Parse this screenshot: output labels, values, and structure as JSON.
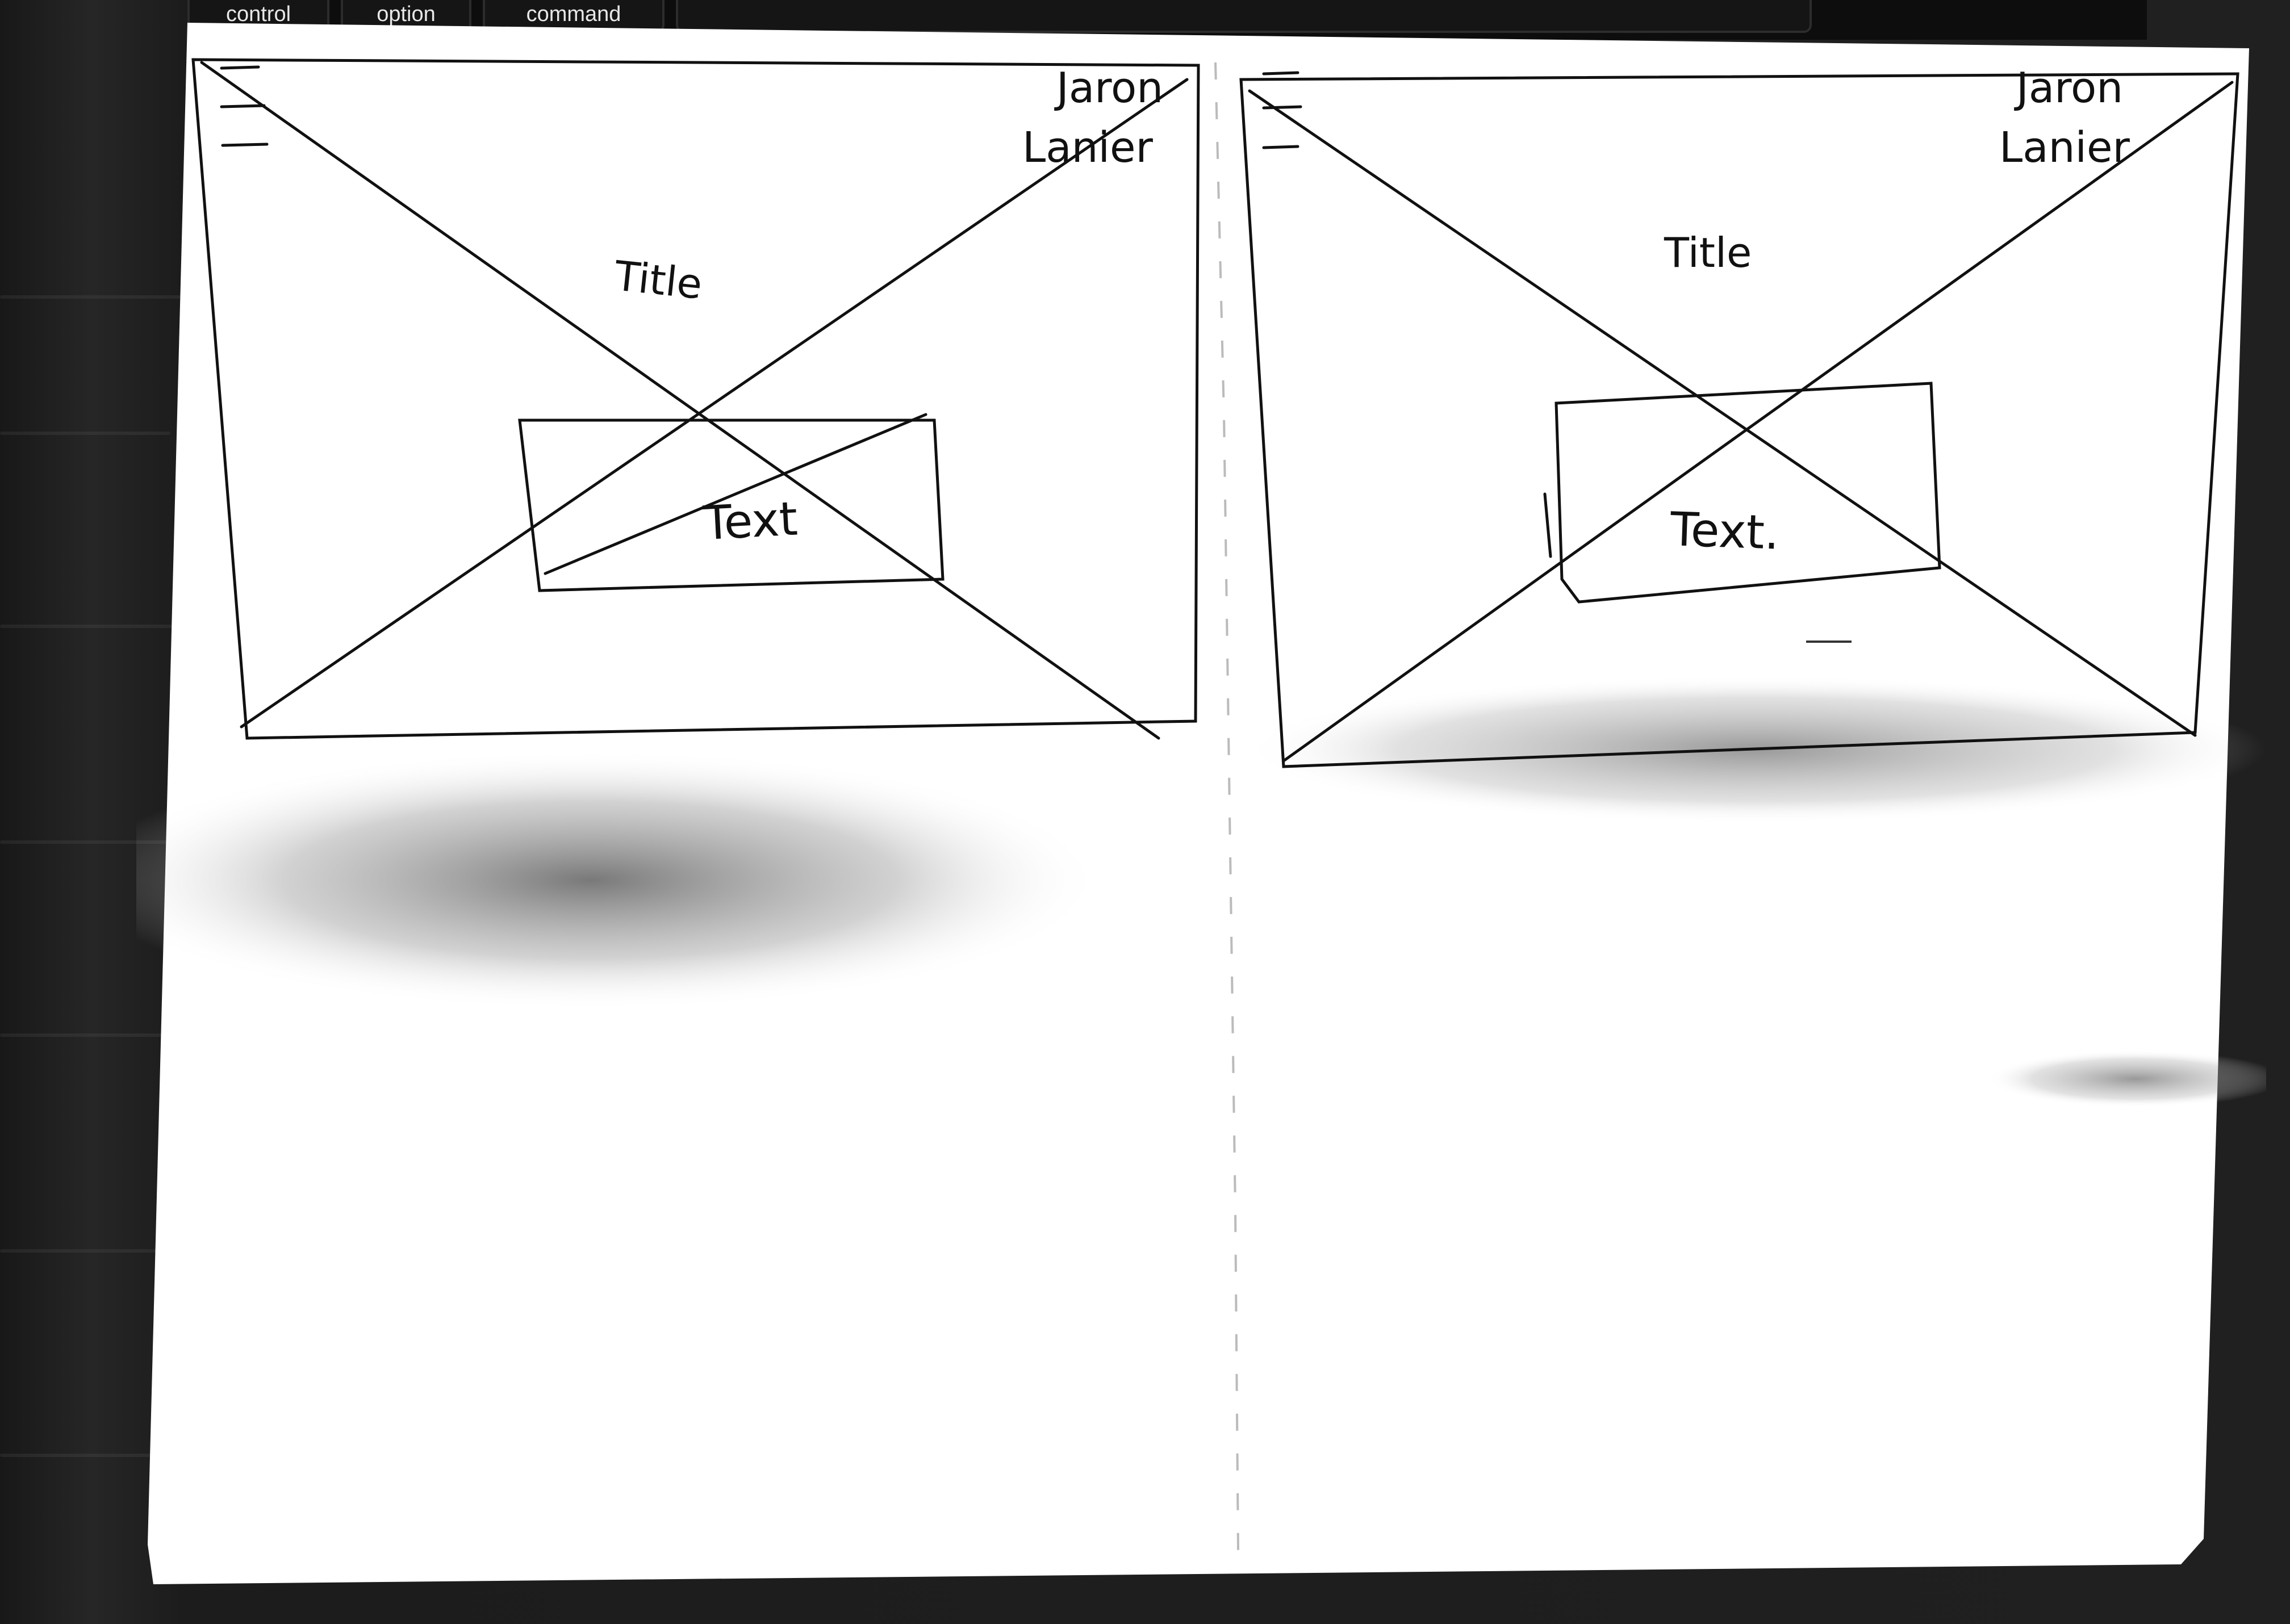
{
  "keyboard": {
    "keys": [
      {
        "label": "control"
      },
      {
        "label": "option"
      },
      {
        "label": "command"
      }
    ]
  },
  "sketches": [
    {
      "author_line1": "Jaron",
      "author_line2": "Lanier",
      "title": "Title",
      "body": "Text",
      "menu_icon": "hamburger-menu-icon",
      "image_placeholder": "crossed-box-image-placeholder"
    },
    {
      "author_line1": "Jaron",
      "author_line2": "Lanier",
      "title": "Title",
      "body": "Text.",
      "menu_icon": "hamburger-menu-icon",
      "image_placeholder": "crossed-box-image-placeholder"
    }
  ],
  "colors": {
    "paper": "#ffffff",
    "ink": "#111111",
    "shadow": "#8a8a8a",
    "background": "#1b1b1b"
  }
}
